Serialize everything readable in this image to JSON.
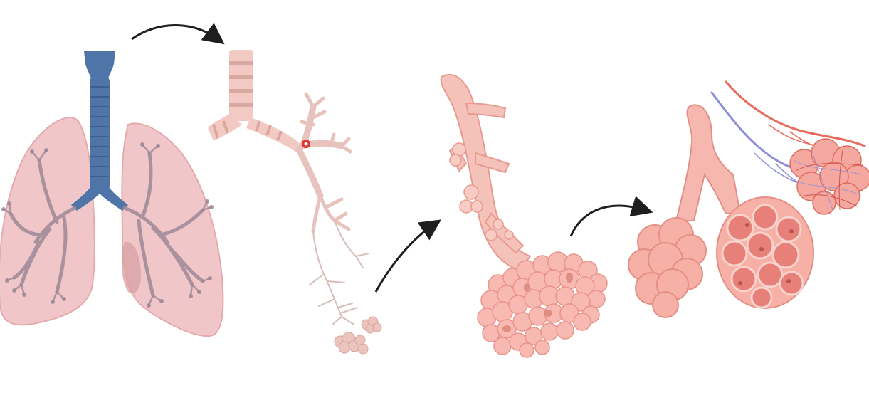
{
  "colors": {
    "background": "#ffffff",
    "lung_fill": "#f0c4c6",
    "lung_edge": "#e3a6aa",
    "trachea": "#4f74a8",
    "trachea_dark": "#3b5f92",
    "bronchus": "#f3c9c3",
    "bronchus_ring": "#d9a8a0",
    "bronchiole": "#e8c3be",
    "alveoli": "#f7b9b1",
    "alveoli_edge": "#ea938a",
    "artery": "#e86a5a",
    "vein": "#8f8ed8",
    "arrow": "#1e1e1e",
    "highlight": "#e0342c"
  },
  "stages": [
    "lungs-overview",
    "bronchial-tree",
    "bronchiole-alveoli",
    "alveolar-sacs"
  ],
  "arrows": [
    "lungs-to-bronchial-tree",
    "bronchial-tree-to-bronchiole",
    "bronchiole-to-alveolar-sacs"
  ]
}
